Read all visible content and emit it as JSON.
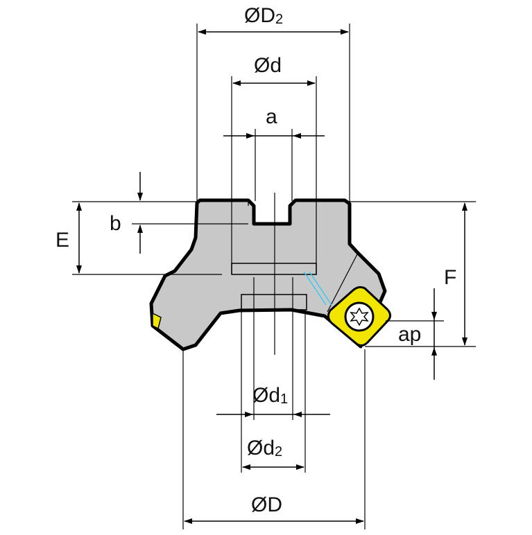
{
  "diagram": {
    "colors": {
      "body_fill": "#c8c8c8",
      "outline": "#000000",
      "insert_fill": "#f2e600",
      "coolant": "#3cc8f0",
      "background": "#ffffff"
    },
    "labels": {
      "D2": {
        "main": "ØD",
        "sub": "2"
      },
      "d": {
        "main": "Ød",
        "sub": ""
      },
      "a": {
        "main": "a",
        "sub": ""
      },
      "b": {
        "main": "b",
        "sub": ""
      },
      "E": {
        "main": "E",
        "sub": ""
      },
      "F": {
        "main": "F",
        "sub": ""
      },
      "ap": {
        "main": "ap",
        "sub": ""
      },
      "d1": {
        "main": "Ød",
        "sub": "1"
      },
      "d2": {
        "main": "Ød",
        "sub": "2"
      },
      "D": {
        "main": "ØD",
        "sub": ""
      }
    }
  }
}
